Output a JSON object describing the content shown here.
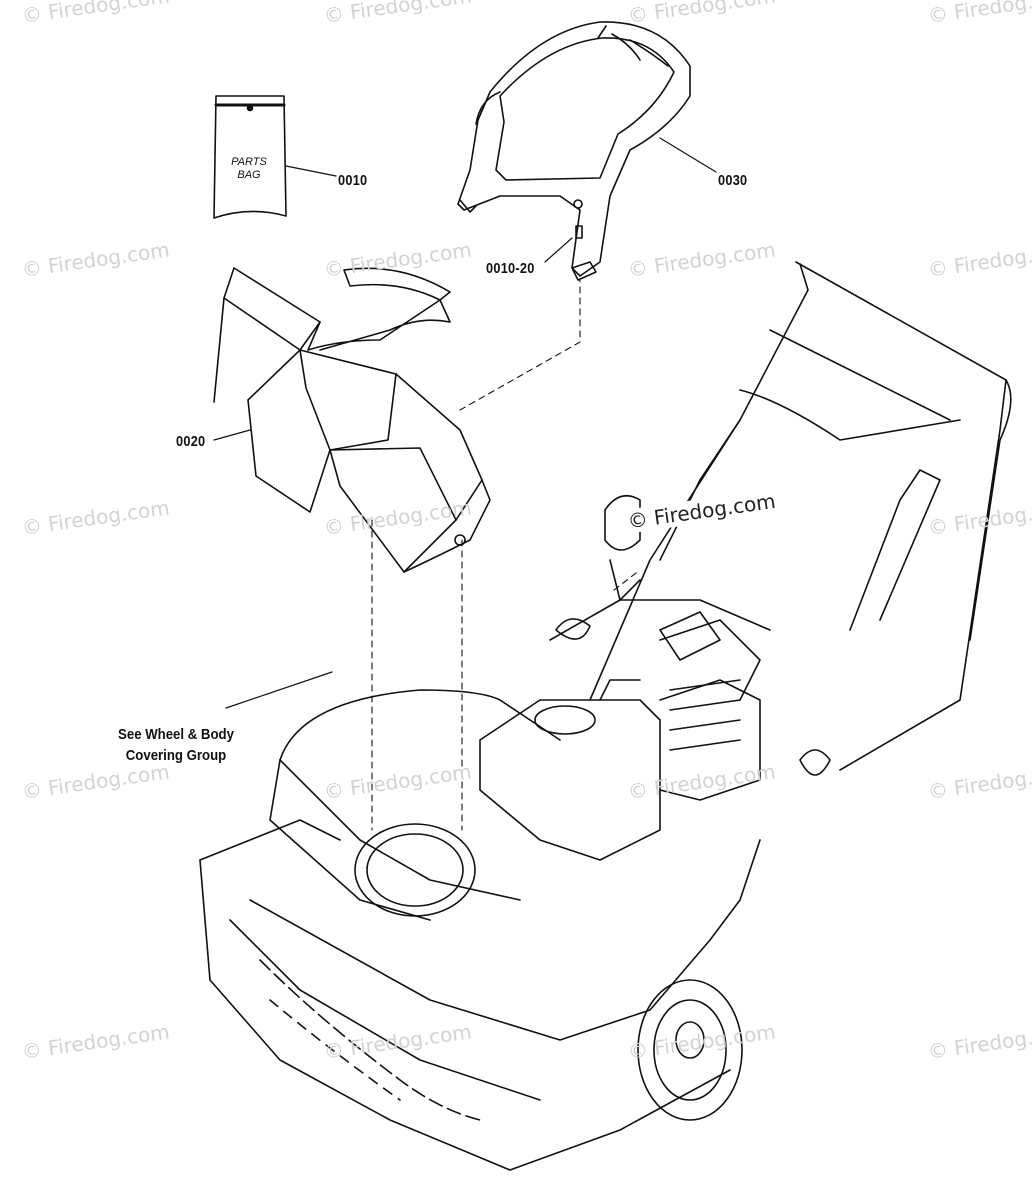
{
  "diagram": {
    "callouts": {
      "parts_bag_part": "0010",
      "chute_part": "0020",
      "handle_part": "0030",
      "screw_part": "0010-20"
    },
    "parts_bag_label": "PARTS BAG",
    "note": "See Wheel & Body Covering Group",
    "watermark": "© Firedog.com"
  }
}
